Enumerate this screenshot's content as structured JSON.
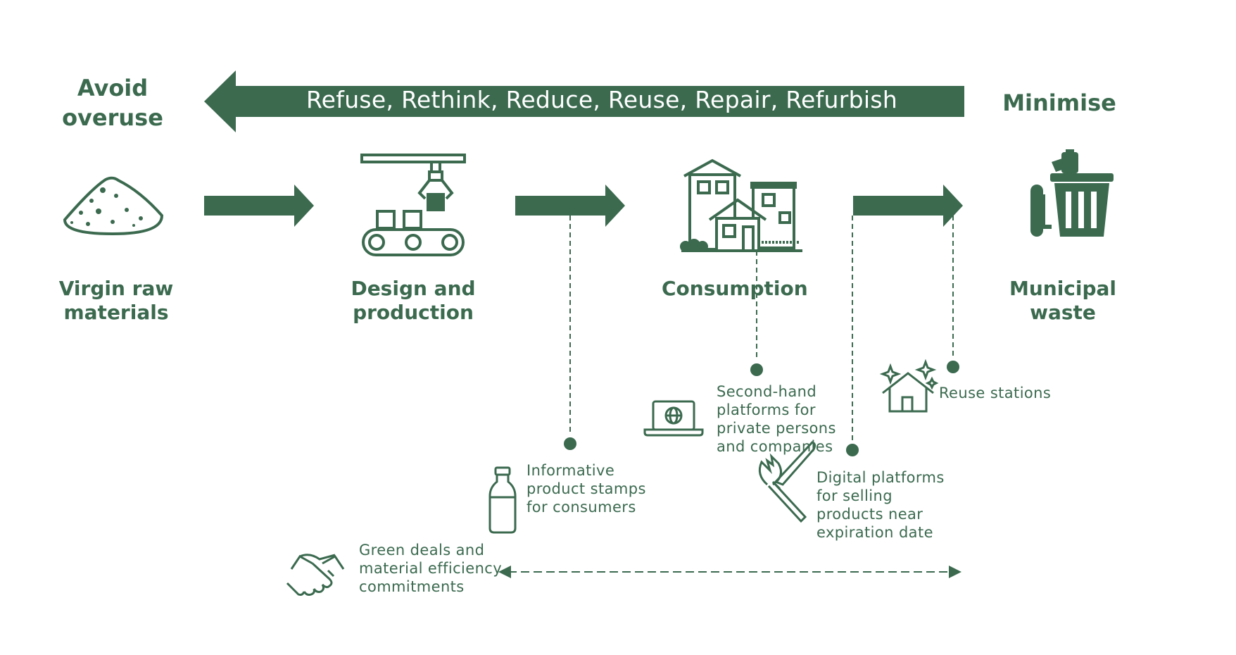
{
  "banner": {
    "text": "Refuse, Rethink, Reduce, Reuse, Repair, Refurbish"
  },
  "left_goal": {
    "text": "Avoid\noveruse"
  },
  "right_goal": {
    "text": "Minimise"
  },
  "stages": [
    {
      "label": "Virgin raw\nmaterials",
      "icon": "raw-material-pile-icon"
    },
    {
      "label": "Design and\nproduction",
      "icon": "production-line-icon"
    },
    {
      "label": "Consumption",
      "icon": "houses-icon"
    },
    {
      "label": "Municipal waste",
      "icon": "trash-bin-icon"
    }
  ],
  "measures": [
    {
      "text": "Informative\nproduct stamps\nfor consumers",
      "icon": "bottle-icon"
    },
    {
      "text": "Second-hand\nplatforms for\nprivate persons\nand companies",
      "icon": "laptop-globe-icon"
    },
    {
      "text": "Reuse stations",
      "icon": "sparkling-house-icon"
    },
    {
      "text": "Digital platforms\nfor selling\nproducts near\nexpiration date",
      "icon": "fork-knife-icon"
    },
    {
      "text": "Green deals and\nmaterial efficiency\ncommitments",
      "icon": "handshake-icon"
    }
  ],
  "colors": {
    "primary": "#3b6a4f",
    "background": "#ffffff"
  }
}
